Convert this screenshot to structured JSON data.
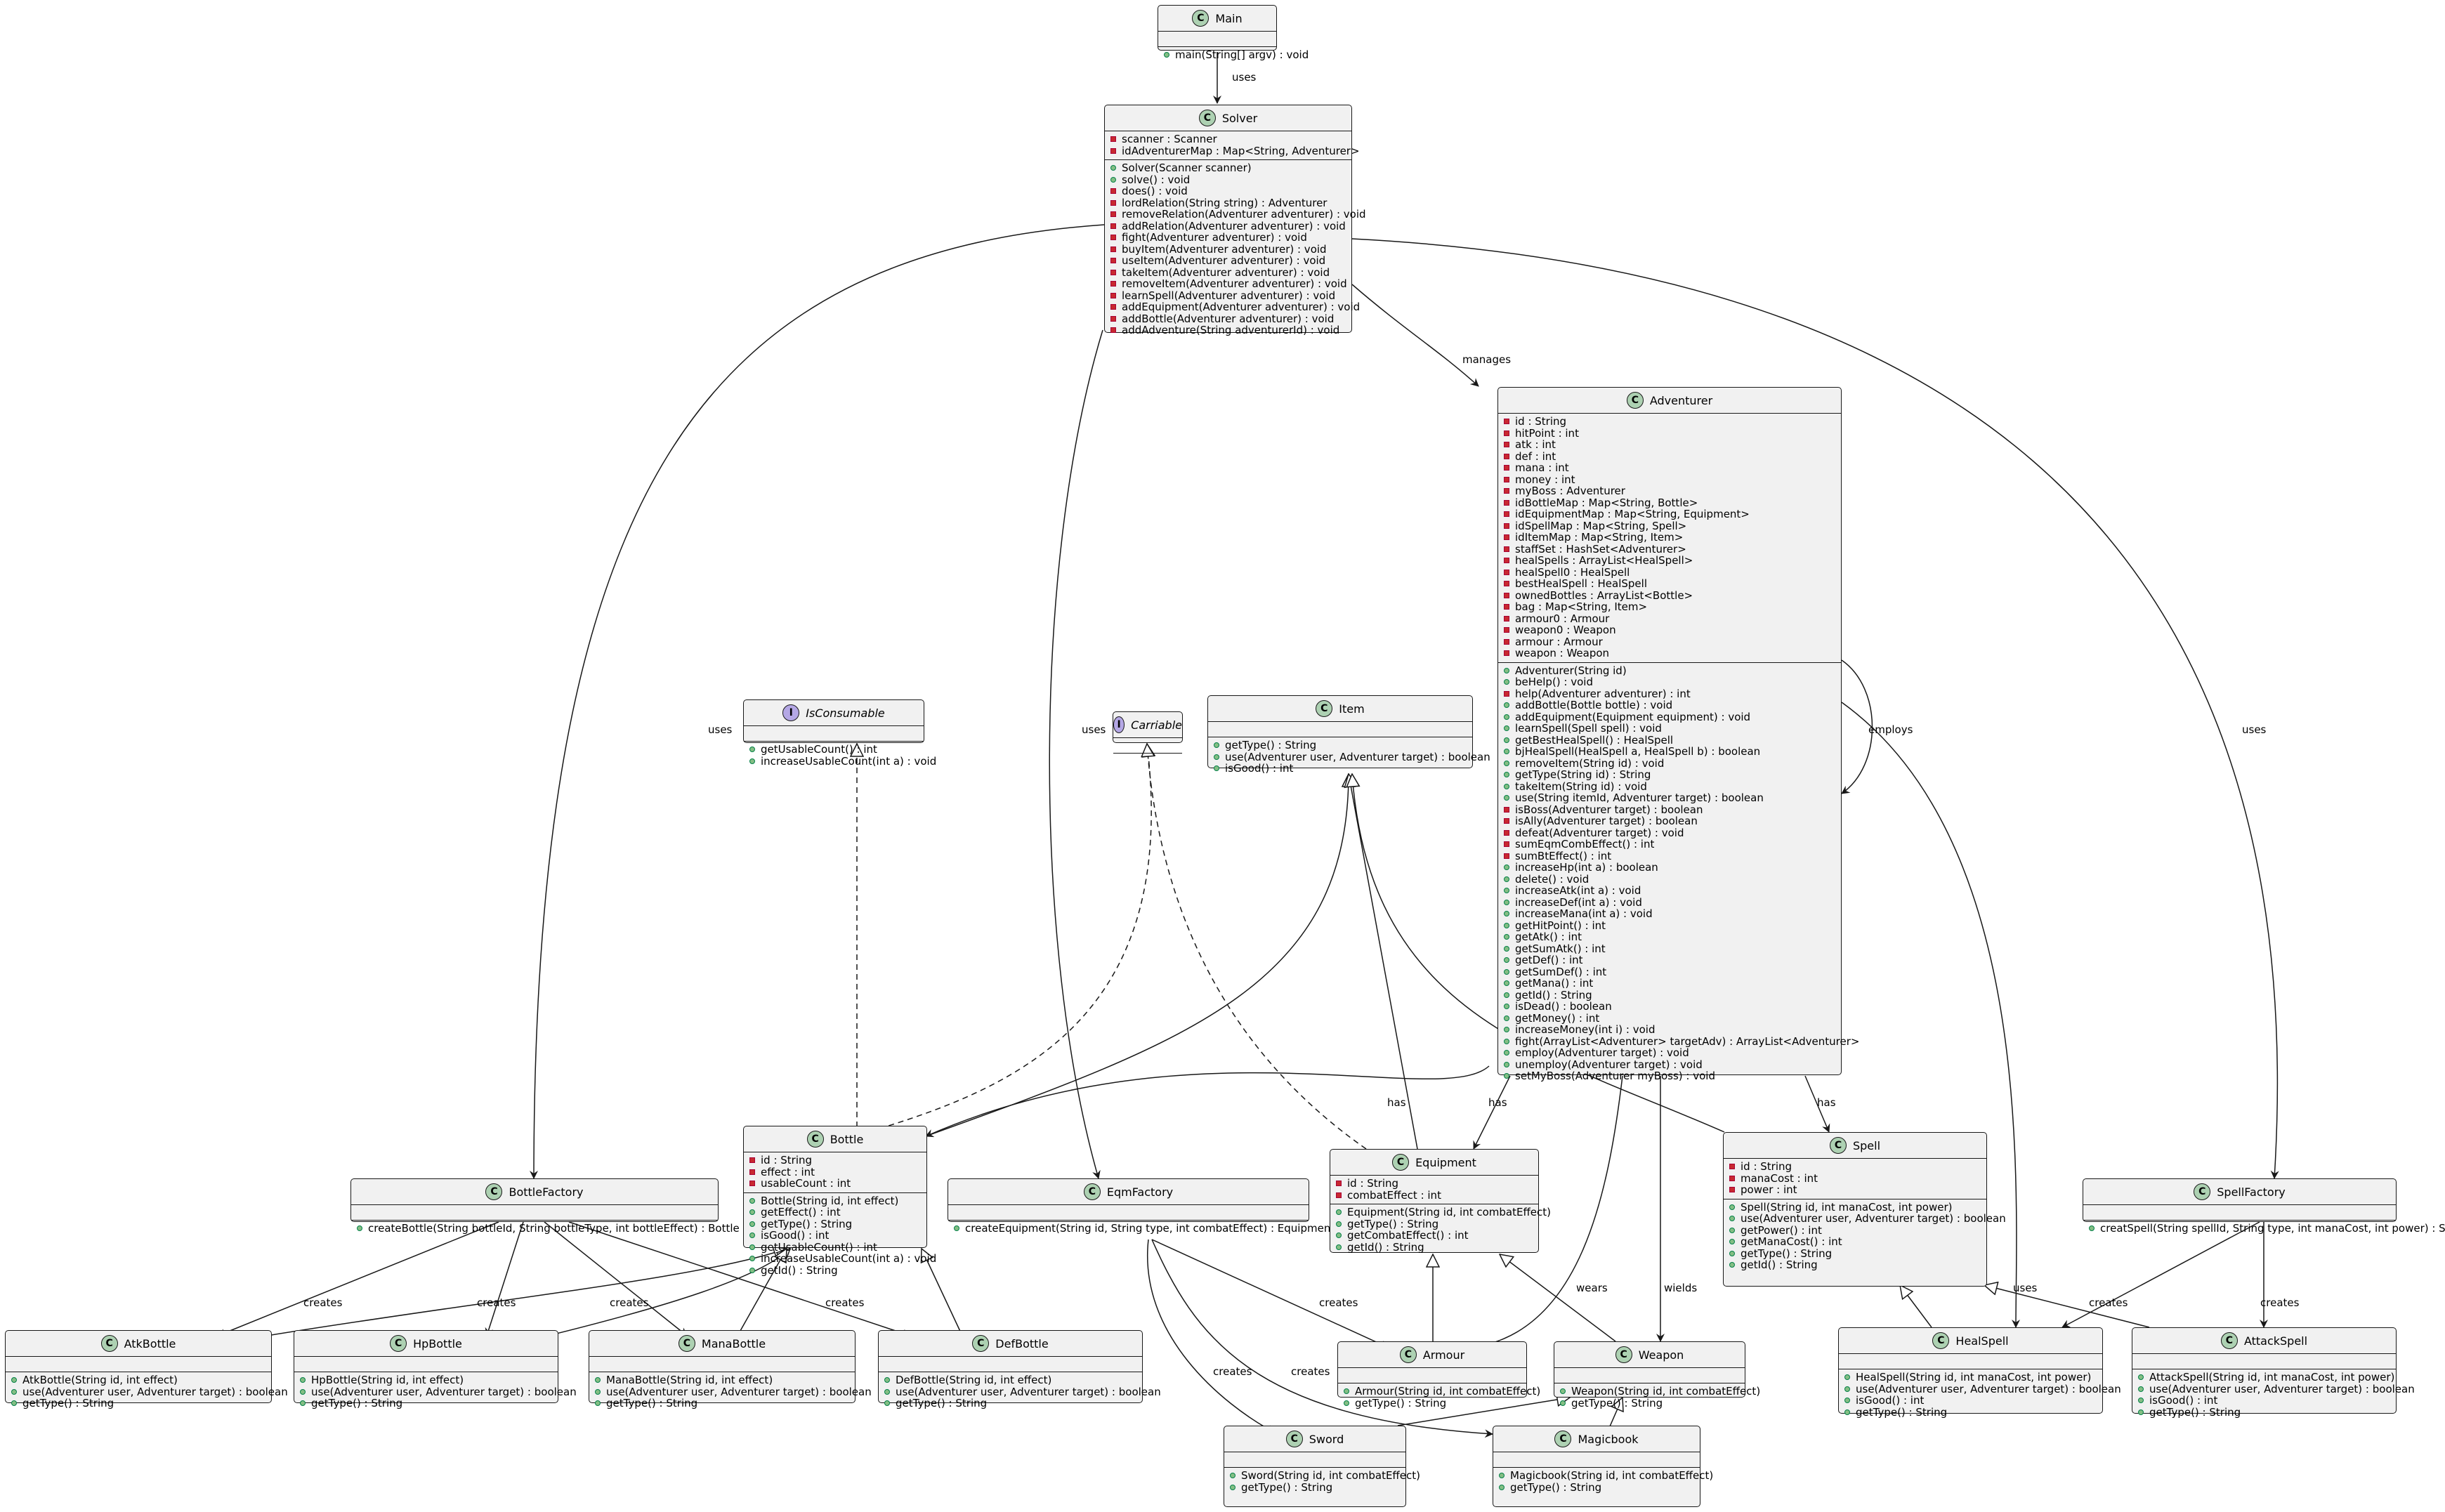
{
  "classes": {
    "main": {
      "name": "Main",
      "kind": "class",
      "fields": [],
      "methods": [
        {
          "v": "pub",
          "t": "main(String[] argv) : void"
        }
      ]
    },
    "solver": {
      "name": "Solver",
      "kind": "class",
      "fields": [
        {
          "v": "pri",
          "t": "scanner : Scanner"
        },
        {
          "v": "pri",
          "t": "idAdventurerMap : Map<String, Adventurer>"
        }
      ],
      "methods": [
        {
          "v": "pub",
          "t": "Solver(Scanner scanner)"
        },
        {
          "v": "pub",
          "t": "solve() : void"
        },
        {
          "v": "pri",
          "t": "does() : void"
        },
        {
          "v": "pri",
          "t": "lordRelation(String string) : Adventurer"
        },
        {
          "v": "pri",
          "t": "removeRelation(Adventurer adventurer) : void"
        },
        {
          "v": "pri",
          "t": "addRelation(Adventurer adventurer) : void"
        },
        {
          "v": "pri",
          "t": "fight(Adventurer adventurer) : void"
        },
        {
          "v": "pri",
          "t": "buyItem(Adventurer adventurer) : void"
        },
        {
          "v": "pri",
          "t": "useItem(Adventurer adventurer) : void"
        },
        {
          "v": "pri",
          "t": "takeItem(Adventurer adventurer) : void"
        },
        {
          "v": "pri",
          "t": "removeItem(Adventurer adventurer) : void"
        },
        {
          "v": "pri",
          "t": "learnSpell(Adventurer adventurer) : void"
        },
        {
          "v": "pri",
          "t": "addEquipment(Adventurer adventurer) : void"
        },
        {
          "v": "pri",
          "t": "addBottle(Adventurer adventurer) : void"
        },
        {
          "v": "pri",
          "t": "addAdventure(String adventurerId) : void"
        }
      ]
    },
    "adventurer": {
      "name": "Adventurer",
      "kind": "class",
      "fields": [
        {
          "v": "pri",
          "t": "id : String"
        },
        {
          "v": "pri",
          "t": "hitPoint : int"
        },
        {
          "v": "pri",
          "t": "atk : int"
        },
        {
          "v": "pri",
          "t": "def : int"
        },
        {
          "v": "pri",
          "t": "mana : int"
        },
        {
          "v": "pri",
          "t": "money : int"
        },
        {
          "v": "pri",
          "t": "myBoss : Adventurer"
        },
        {
          "v": "pri",
          "t": "idBottleMap : Map<String, Bottle>"
        },
        {
          "v": "pri",
          "t": "idEquipmentMap : Map<String, Equipment>"
        },
        {
          "v": "pri",
          "t": "idSpellMap : Map<String, Spell>"
        },
        {
          "v": "pri",
          "t": "idItemMap : Map<String, Item>"
        },
        {
          "v": "pri",
          "t": "staffSet : HashSet<Adventurer>"
        },
        {
          "v": "pri",
          "t": "healSpells : ArrayList<HealSpell>"
        },
        {
          "v": "pri",
          "t": "healSpell0 : HealSpell"
        },
        {
          "v": "pri",
          "t": "bestHealSpell : HealSpell"
        },
        {
          "v": "pri",
          "t": "ownedBottles : ArrayList<Bottle>"
        },
        {
          "v": "pri",
          "t": "bag : Map<String, Item>"
        },
        {
          "v": "pri",
          "t": "armour0 : Armour"
        },
        {
          "v": "pri",
          "t": "weapon0 : Weapon"
        },
        {
          "v": "pri",
          "t": "armour : Armour"
        },
        {
          "v": "pri",
          "t": "weapon : Weapon"
        }
      ],
      "methods": [
        {
          "v": "pub",
          "t": "Adventurer(String id)"
        },
        {
          "v": "pub",
          "t": "beHelp() : void"
        },
        {
          "v": "pri",
          "t": "help(Adventurer adventurer) : int"
        },
        {
          "v": "pub",
          "t": "addBottle(Bottle bottle) : void"
        },
        {
          "v": "pub",
          "t": "addEquipment(Equipment equipment) : void"
        },
        {
          "v": "pub",
          "t": "learnSpell(Spell spell) : void"
        },
        {
          "v": "pub",
          "t": "getBestHealSpell() : HealSpell"
        },
        {
          "v": "pub",
          "t": "bjHealSpell(HealSpell a, HealSpell b) : boolean"
        },
        {
          "v": "pub",
          "t": "removeItem(String id) : void"
        },
        {
          "v": "pub",
          "t": "getType(String id) : String"
        },
        {
          "v": "pub",
          "t": "takeItem(String id) : void"
        },
        {
          "v": "pub",
          "t": "use(String itemId, Adventurer target) : boolean"
        },
        {
          "v": "pri",
          "t": "isBoss(Adventurer target) : boolean"
        },
        {
          "v": "pri",
          "t": "isAlly(Adventurer target) : boolean"
        },
        {
          "v": "pri",
          "t": "defeat(Adventurer target) : void"
        },
        {
          "v": "pri",
          "t": "sumEqmCombEffect() : int"
        },
        {
          "v": "pri",
          "t": "sumBtEffect() : int"
        },
        {
          "v": "pub",
          "t": "increaseHp(int a) : boolean"
        },
        {
          "v": "pub",
          "t": "delete() : void"
        },
        {
          "v": "pub",
          "t": "increaseAtk(int a) : void"
        },
        {
          "v": "pub",
          "t": "increaseDef(int a) : void"
        },
        {
          "v": "pub",
          "t": "increaseMana(int a) : void"
        },
        {
          "v": "pub",
          "t": "getHitPoint() : int"
        },
        {
          "v": "pub",
          "t": "getAtk() : int"
        },
        {
          "v": "pub",
          "t": "getSumAtk() : int"
        },
        {
          "v": "pub",
          "t": "getDef() : int"
        },
        {
          "v": "pub",
          "t": "getSumDef() : int"
        },
        {
          "v": "pub",
          "t": "getMana() : int"
        },
        {
          "v": "pub",
          "t": "getId() : String"
        },
        {
          "v": "pub",
          "t": "isDead() : boolean"
        },
        {
          "v": "pub",
          "t": "getMoney() : int"
        },
        {
          "v": "pub",
          "t": "increaseMoney(int i) : void"
        },
        {
          "v": "pub",
          "t": "fight(ArrayList<Adventurer> targetAdv) : ArrayList<Adventurer>"
        },
        {
          "v": "pub",
          "t": "employ(Adventurer target) : void"
        },
        {
          "v": "pub",
          "t": "unemploy(Adventurer target) : void"
        },
        {
          "v": "pub",
          "t": "setMyBoss(Adventurer myBoss) : void"
        }
      ]
    },
    "isconsumable": {
      "name": "IsConsumable",
      "kind": "interface",
      "fields": [],
      "methods": [
        {
          "v": "pub",
          "t": "getUsableCount() : int"
        },
        {
          "v": "pub",
          "t": "increaseUsableCount(int a) : void"
        }
      ]
    },
    "carriable": {
      "name": "Carriable",
      "kind": "interface",
      "fields": [],
      "methods": []
    },
    "item": {
      "name": "Item",
      "kind": "class",
      "fields": [],
      "methods": [
        {
          "v": "pub",
          "t": "getType() : String"
        },
        {
          "v": "pub",
          "t": "use(Adventurer user, Adventurer target) : boolean"
        },
        {
          "v": "pub",
          "t": "isGood() : int"
        }
      ]
    },
    "bottle": {
      "name": "Bottle",
      "kind": "class",
      "fields": [
        {
          "v": "pri",
          "t": "id : String"
        },
        {
          "v": "pri",
          "t": "effect : int"
        },
        {
          "v": "pri",
          "t": "usableCount : int"
        }
      ],
      "methods": [
        {
          "v": "pub",
          "t": "Bottle(String id, int effect)"
        },
        {
          "v": "pub",
          "t": "getEffect() : int"
        },
        {
          "v": "pub",
          "t": "getType() : String"
        },
        {
          "v": "pub",
          "t": "isGood() : int"
        },
        {
          "v": "pub",
          "t": "getUsableCount() : int"
        },
        {
          "v": "pub",
          "t": "increaseUsableCount(int a) : void"
        },
        {
          "v": "pub",
          "t": "getId() : String"
        }
      ]
    },
    "bottlefactory": {
      "name": "BottleFactory",
      "kind": "class",
      "fields": [],
      "methods": [
        {
          "v": "pub",
          "t": "createBottle(String bottleId, String bottleType, int bottleEffect) : Bottle"
        }
      ]
    },
    "eqmfactory": {
      "name": "EqmFactory",
      "kind": "class",
      "fields": [],
      "methods": [
        {
          "v": "pub",
          "t": "createEquipment(String id, String type, int combatEffect) : Equipment"
        }
      ]
    },
    "equipment": {
      "name": "Equipment",
      "kind": "class",
      "fields": [
        {
          "v": "pri",
          "t": "id : String"
        },
        {
          "v": "pri",
          "t": "combatEffect : int"
        }
      ],
      "methods": [
        {
          "v": "pub",
          "t": "Equipment(String id, int combatEffect)"
        },
        {
          "v": "pub",
          "t": "getType() : String"
        },
        {
          "v": "pub",
          "t": "getCombatEffect() : int"
        },
        {
          "v": "pub",
          "t": "getId() : String"
        }
      ]
    },
    "spell": {
      "name": "Spell",
      "kind": "class",
      "fields": [
        {
          "v": "pri",
          "t": "id : String"
        },
        {
          "v": "pri",
          "t": "manaCost : int"
        },
        {
          "v": "pri",
          "t": "power : int"
        }
      ],
      "methods": [
        {
          "v": "pub",
          "t": "Spell(String id, int manaCost, int power)"
        },
        {
          "v": "pub",
          "t": "use(Adventurer user, Adventurer target) : boolean"
        },
        {
          "v": "pub",
          "t": "getPower() : int"
        },
        {
          "v": "pub",
          "t": "getManaCost() : int"
        },
        {
          "v": "pub",
          "t": "getType() : String"
        },
        {
          "v": "pub",
          "t": "getId() : String"
        }
      ]
    },
    "spellfactory": {
      "name": "SpellFactory",
      "kind": "class",
      "fields": [],
      "methods": [
        {
          "v": "pub",
          "t": "creatSpell(String spellId, String type, int manaCost, int power) : Spell"
        }
      ]
    },
    "atkbottle": {
      "name": "AtkBottle",
      "kind": "class",
      "fields": [],
      "methods": [
        {
          "v": "pub",
          "t": "AtkBottle(String id, int effect)"
        },
        {
          "v": "pub",
          "t": "use(Adventurer user, Adventurer target) : boolean"
        },
        {
          "v": "pub",
          "t": "getType() : String"
        }
      ]
    },
    "hpbottle": {
      "name": "HpBottle",
      "kind": "class",
      "fields": [],
      "methods": [
        {
          "v": "pub",
          "t": "HpBottle(String id, int effect)"
        },
        {
          "v": "pub",
          "t": "use(Adventurer user, Adventurer target) : boolean"
        },
        {
          "v": "pub",
          "t": "getType() : String"
        }
      ]
    },
    "manabottle": {
      "name": "ManaBottle",
      "kind": "class",
      "fields": [],
      "methods": [
        {
          "v": "pub",
          "t": "ManaBottle(String id, int effect)"
        },
        {
          "v": "pub",
          "t": "use(Adventurer user, Adventurer target) : boolean"
        },
        {
          "v": "pub",
          "t": "getType() : String"
        }
      ]
    },
    "defbottle": {
      "name": "DefBottle",
      "kind": "class",
      "fields": [],
      "methods": [
        {
          "v": "pub",
          "t": "DefBottle(String id, int effect)"
        },
        {
          "v": "pub",
          "t": "use(Adventurer user, Adventurer target) : boolean"
        },
        {
          "v": "pub",
          "t": "getType() : String"
        }
      ]
    },
    "armour": {
      "name": "Armour",
      "kind": "class",
      "fields": [],
      "methods": [
        {
          "v": "pub",
          "t": "Armour(String id, int combatEffect)"
        },
        {
          "v": "pub",
          "t": "getType() : String"
        }
      ]
    },
    "weapon": {
      "name": "Weapon",
      "kind": "class",
      "fields": [],
      "methods": [
        {
          "v": "pub",
          "t": "Weapon(String id, int combatEffect)"
        },
        {
          "v": "pub",
          "t": "getType() : String"
        }
      ]
    },
    "healspell": {
      "name": "HealSpell",
      "kind": "class",
      "fields": [],
      "methods": [
        {
          "v": "pub",
          "t": "HealSpell(String id, int manaCost, int power)"
        },
        {
          "v": "pub",
          "t": "use(Adventurer user, Adventurer target) : boolean"
        },
        {
          "v": "pub",
          "t": "isGood() : int"
        },
        {
          "v": "pub",
          "t": "getType() : String"
        }
      ]
    },
    "attackspell": {
      "name": "AttackSpell",
      "kind": "class",
      "fields": [],
      "methods": [
        {
          "v": "pub",
          "t": "AttackSpell(String id, int manaCost, int power)"
        },
        {
          "v": "pub",
          "t": "use(Adventurer user, Adventurer target) : boolean"
        },
        {
          "v": "pub",
          "t": "isGood() : int"
        },
        {
          "v": "pub",
          "t": "getType() : String"
        }
      ]
    },
    "sword": {
      "name": "Sword",
      "kind": "class",
      "fields": [],
      "methods": [
        {
          "v": "pub",
          "t": "Sword(String id, int combatEffect)"
        },
        {
          "v": "pub",
          "t": "getType() : String"
        }
      ]
    },
    "magicbook": {
      "name": "Magicbook",
      "kind": "class",
      "fields": [],
      "methods": [
        {
          "v": "pub",
          "t": "Magicbook(String id, int combatEffect)"
        },
        {
          "v": "pub",
          "t": "getType() : String"
        }
      ]
    }
  },
  "relation_labels": {
    "main_solver": "uses",
    "solver_bottlefactory": "uses",
    "solver_eqmfactory": "uses",
    "solver_adventurer": "manages",
    "solver_spellfactory": "uses",
    "adventurer_self": "employs",
    "adventurer_bottle": "has",
    "adventurer_equipment": "has",
    "adventurer_spell": "has",
    "adventurer_armour": "wears",
    "adventurer_weapon": "wields",
    "adventurer_healspell": "uses",
    "bf_atk": "creates",
    "bf_hp": "creates",
    "bf_mana": "creates",
    "bf_def": "creates",
    "ef_armour": "creates",
    "ef_sword": "creates",
    "ef_magicbook": "creates",
    "sf_heal": "creates",
    "sf_attack": "creates"
  },
  "colors": {
    "class_fill": "#f1f1f1",
    "border": "#181818",
    "class_badge": "#add1b2",
    "interface_badge": "#b4a7e5",
    "public_marker": "#84be84",
    "private_marker": "#c82930"
  }
}
